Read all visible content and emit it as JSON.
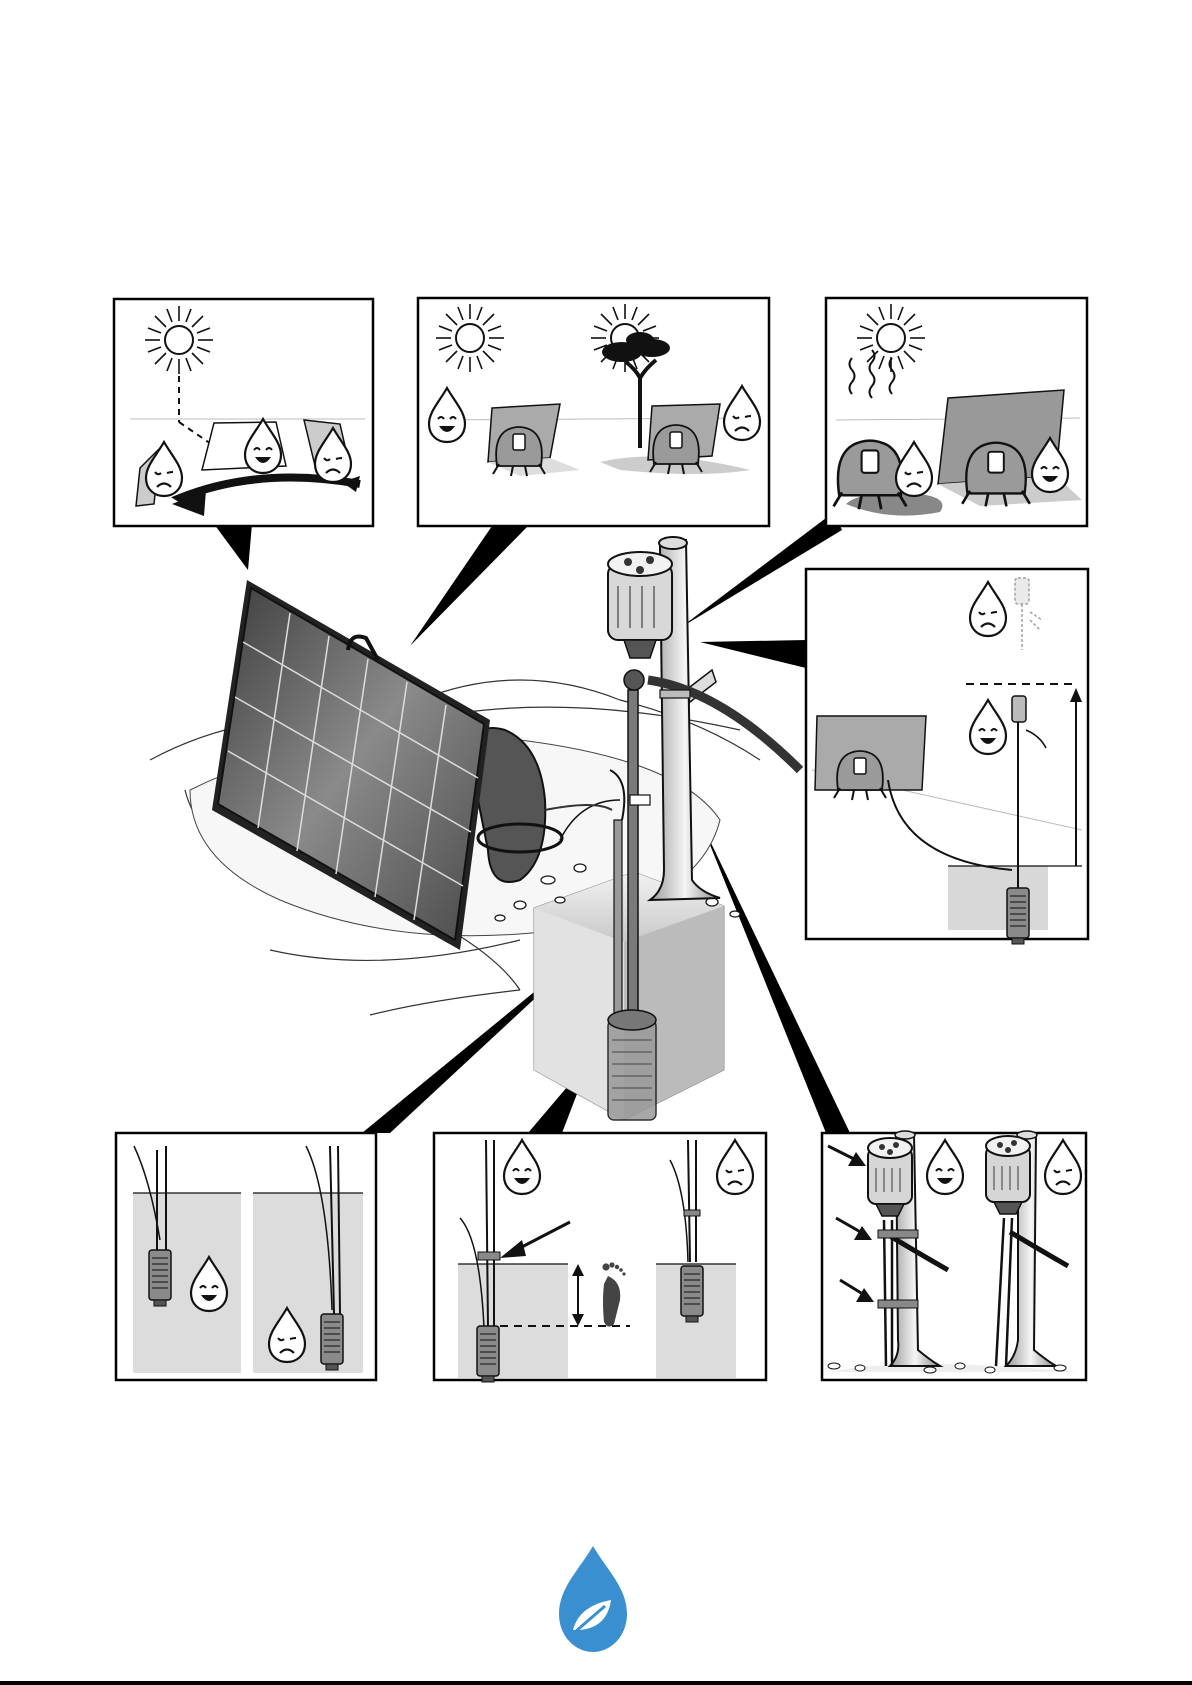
{
  "colors": {
    "ink": "#111111",
    "panel_stroke": "#000000",
    "panel_fill": "#ffffff",
    "shade_light": "#e3e3e3",
    "shade_mid": "#b8b8b8",
    "shade_dark": "#6e6e6e",
    "solar_cell": "#5a5a5a",
    "logo_blue": "#3a8fd1"
  },
  "icons": {
    "sun": "sun-icon",
    "happy": "happy-drop-icon",
    "sad": "sad-drop-icon",
    "footprint": "footprint-icon",
    "logo": "water-leaf-logo-icon"
  },
  "panels": [
    {
      "id": "panel-sun-orientation",
      "content": [
        "sun",
        "dashed-sunline",
        "panel-rotating-arrow",
        "sad",
        "happy",
        "sad"
      ]
    },
    {
      "id": "panel-shade",
      "content": [
        "sun",
        "sun",
        "tree",
        "happy",
        "sad"
      ]
    },
    {
      "id": "panel-heat",
      "content": [
        "sun",
        "heat-waves",
        "sad",
        "happy"
      ]
    },
    {
      "id": "panel-lift-height",
      "content": [
        "sad",
        "happy",
        "height-arrow"
      ]
    },
    {
      "id": "panel-submersion",
      "content": [
        "happy",
        "sad"
      ]
    },
    {
      "id": "panel-depth",
      "content": [
        "happy",
        "sad",
        "footprint",
        "depth-arrow"
      ]
    },
    {
      "id": "panel-fixing-stake",
      "content": [
        "happy",
        "sad",
        "pointer-arrows"
      ]
    }
  ]
}
